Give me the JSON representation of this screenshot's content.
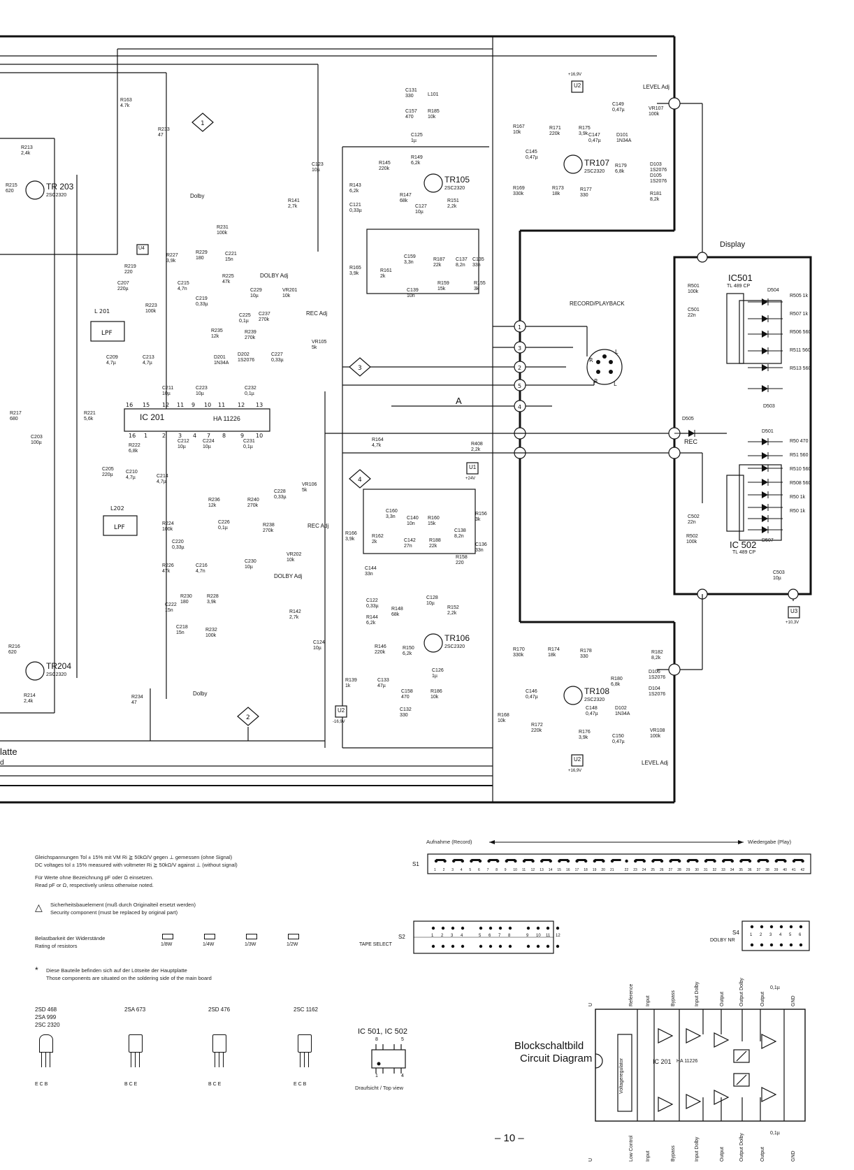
{
  "page_number": "– 10 –",
  "board_label": [
    "latte",
    "d"
  ],
  "block_labels": {
    "display": "Display",
    "record_playback": "RECORD/PLAYBACK",
    "point_a": "A",
    "level_adj_top": "LEVEL Adj",
    "level_adj_bottom": "LEVEL Adj",
    "dolby_adj_top": "DOLBY Adj",
    "dolby_adj_bottom": "DOLBY Adj",
    "rec_adj_top": "REC Adj",
    "rec_adj_bottom": "REC Adj",
    "rec": "REC",
    "dolby_switch_top": "Dolby",
    "dolby_switch_bottom": "Dolby"
  },
  "ics": {
    "ic201": {
      "name": "IC 201",
      "part": "HA 11226"
    },
    "ic501": {
      "name": "IC501",
      "part": "TL 489 CP"
    },
    "ic502": {
      "name": "IC 502",
      "part": "TL 489 CP"
    }
  },
  "transistors": [
    {
      "ref": "TR 203",
      "part": "2SC2320"
    },
    {
      "ref": "TR204",
      "part": "2SC2320"
    },
    {
      "ref": "TR105",
      "part": "2SC2320"
    },
    {
      "ref": "TR106",
      "part": "2SC2320"
    },
    {
      "ref": "TR107",
      "part": "2SC2320"
    },
    {
      "ref": "TR108",
      "part": "2SC2320"
    }
  ],
  "components": [
    {
      "ref": "R163",
      "val": "4.7k"
    },
    {
      "ref": "R233",
      "val": "47"
    },
    {
      "ref": "R213",
      "val": "2,4k"
    },
    {
      "ref": "R215",
      "val": "620"
    },
    {
      "ref": "R217",
      "val": "680"
    },
    {
      "ref": "C203",
      "val": "100µ"
    },
    {
      "ref": "R219",
      "val": "220"
    },
    {
      "ref": "C207",
      "val": "220µ"
    },
    {
      "ref": "R223",
      "val": "100k"
    },
    {
      "ref": "R227",
      "val": "3,9k"
    },
    {
      "ref": "R229",
      "val": "180"
    },
    {
      "ref": "C221",
      "val": "15n"
    },
    {
      "ref": "R231",
      "val": "100k"
    },
    {
      "ref": "C215",
      "val": "4,7n"
    },
    {
      "ref": "C219",
      "val": "0,33µ"
    },
    {
      "ref": "R225",
      "val": "47k"
    },
    {
      "ref": "C229",
      "val": "10µ"
    },
    {
      "ref": "VR201",
      "val": "10k"
    },
    {
      "ref": "C225",
      "val": "0,1µ"
    },
    {
      "ref": "C237",
      "val": "270k"
    },
    {
      "ref": "R235",
      "val": "12k"
    },
    {
      "ref": "R239",
      "val": "270k"
    },
    {
      "ref": "D201",
      "val": "1N34A"
    },
    {
      "ref": "D202",
      "val": "1S2076"
    },
    {
      "ref": "C227",
      "val": "0,33µ"
    },
    {
      "ref": "C209",
      "val": "4,7µ"
    },
    {
      "ref": "C213",
      "val": "4,7µ"
    },
    {
      "ref": "C211",
      "val": "10µ"
    },
    {
      "ref": "C223",
      "val": "10µ"
    },
    {
      "ref": "C232",
      "val": "0,1µ"
    },
    {
      "ref": "R221",
      "val": "5,6k"
    },
    {
      "ref": "R222",
      "val": "6,8k"
    },
    {
      "ref": "C212",
      "val": "10µ"
    },
    {
      "ref": "C224",
      "val": "10µ"
    },
    {
      "ref": "C231",
      "val": "0,1µ"
    },
    {
      "ref": "C205",
      "val": "220µ"
    },
    {
      "ref": "C210",
      "val": "4,7µ"
    },
    {
      "ref": "C214",
      "val": "4,7µ"
    },
    {
      "ref": "R224",
      "val": "100k"
    },
    {
      "ref": "R236",
      "val": "12k"
    },
    {
      "ref": "R240",
      "val": "270k"
    },
    {
      "ref": "C226",
      "val": "0,1µ"
    },
    {
      "ref": "C228",
      "val": "0,33µ"
    },
    {
      "ref": "R238",
      "val": "270k"
    },
    {
      "ref": "C220",
      "val": "0,33µ"
    },
    {
      "ref": "R226",
      "val": "47k"
    },
    {
      "ref": "C216",
      "val": "4,7n"
    },
    {
      "ref": "C222",
      "val": "15n"
    },
    {
      "ref": "R230",
      "val": "180"
    },
    {
      "ref": "R228",
      "val": "3,9k"
    },
    {
      "ref": "C218",
      "val": "15n"
    },
    {
      "ref": "R232",
      "val": "100k"
    },
    {
      "ref": "C230",
      "val": "10µ"
    },
    {
      "ref": "VR202",
      "val": "10k"
    },
    {
      "ref": "R234",
      "val": "47"
    },
    {
      "ref": "R216",
      "val": "620"
    },
    {
      "ref": "R214",
      "val": "2,4k"
    },
    {
      "ref": "C131",
      "val": "330"
    },
    {
      "ref": "L101",
      "val": ""
    },
    {
      "ref": "C157",
      "val": "470"
    },
    {
      "ref": "R185",
      "val": "10k"
    },
    {
      "ref": "C125",
      "val": "1µ"
    },
    {
      "ref": "R149",
      "val": "6,2k"
    },
    {
      "ref": "R145",
      "val": "220k"
    },
    {
      "ref": "C123",
      "val": "10µ"
    },
    {
      "ref": "R143",
      "val": "6,2k"
    },
    {
      "ref": "C121",
      "val": "0,33µ"
    },
    {
      "ref": "R147",
      "val": "68k"
    },
    {
      "ref": "C127",
      "val": "10µ"
    },
    {
      "ref": "R151",
      "val": "2,2k"
    },
    {
      "ref": "R141",
      "val": "2,7k"
    },
    {
      "ref": "C159",
      "val": "3,3n"
    },
    {
      "ref": "R187",
      "val": "22k"
    },
    {
      "ref": "C137",
      "val": "8,2n"
    },
    {
      "ref": "C135",
      "val": "33n"
    },
    {
      "ref": "R165",
      "val": "3,9k"
    },
    {
      "ref": "R161",
      "val": "2k"
    },
    {
      "ref": "C139",
      "val": "10n"
    },
    {
      "ref": "R159",
      "val": "15k"
    },
    {
      "ref": "R155",
      "val": "3k"
    },
    {
      "ref": "VR105",
      "val": "5k"
    },
    {
      "ref": "R164",
      "val": "4,7k"
    },
    {
      "ref": "R408",
      "val": "2,2k"
    },
    {
      "ref": "VR106",
      "val": "5k"
    },
    {
      "ref": "C160",
      "val": "3,3n"
    },
    {
      "ref": "C140",
      "val": "10n"
    },
    {
      "ref": "R160",
      "val": "15k"
    },
    {
      "ref": "R156",
      "val": "3k"
    },
    {
      "ref": "R166",
      "val": "3,9k"
    },
    {
      "ref": "R162",
      "val": "2k"
    },
    {
      "ref": "C142",
      "val": "27n"
    },
    {
      "ref": "R188",
      "val": "22k"
    },
    {
      "ref": "C138",
      "val": "8,2n"
    },
    {
      "ref": "C136",
      "val": "33n"
    },
    {
      "ref": "R158",
      "val": "220"
    },
    {
      "ref": "C144",
      "val": "33n"
    },
    {
      "ref": "C122",
      "val": "0,33µ"
    },
    {
      "ref": "R148",
      "val": "68k"
    },
    {
      "ref": "C128",
      "val": "10µ"
    },
    {
      "ref": "R152",
      "val": "2,2k"
    },
    {
      "ref": "R144",
      "val": "6,2k"
    },
    {
      "ref": "R142",
      "val": "2,7k"
    },
    {
      "ref": "C124",
      "val": "10µ"
    },
    {
      "ref": "R146",
      "val": "220k"
    },
    {
      "ref": "R150",
      "val": "6,2k"
    },
    {
      "ref": "C126",
      "val": "1µ"
    },
    {
      "ref": "R139",
      "val": "1k"
    },
    {
      "ref": "C133",
      "val": "47µ"
    },
    {
      "ref": "C158",
      "val": "470"
    },
    {
      "ref": "R186",
      "val": "10k"
    },
    {
      "ref": "C132",
      "val": "330"
    },
    {
      "ref": "R167",
      "val": "10k"
    },
    {
      "ref": "R171",
      "val": "220k"
    },
    {
      "ref": "R175",
      "val": "3,9k"
    },
    {
      "ref": "C147",
      "val": "0,47µ"
    },
    {
      "ref": "D101",
      "val": "1N34A"
    },
    {
      "ref": "C149",
      "val": "0,47µ"
    },
    {
      "ref": "VR107",
      "val": "100k"
    },
    {
      "ref": "C145",
      "val": "0,47µ"
    },
    {
      "ref": "R179",
      "val": "6,8k"
    },
    {
      "ref": "D103",
      "val": "1S2076"
    },
    {
      "ref": "D105",
      "val": "1S2076"
    },
    {
      "ref": "R169",
      "val": "330k"
    },
    {
      "ref": "R173",
      "val": "18k"
    },
    {
      "ref": "R177",
      "val": "330"
    },
    {
      "ref": "R181",
      "val": "8,2k"
    },
    {
      "ref": "R170",
      "val": "330k"
    },
    {
      "ref": "R174",
      "val": "18k"
    },
    {
      "ref": "R178",
      "val": "330"
    },
    {
      "ref": "R182",
      "val": "8,2k"
    },
    {
      "ref": "D106",
      "val": "1S2076"
    },
    {
      "ref": "R180",
      "val": "6,8k"
    },
    {
      "ref": "D104",
      "val": "1S2076"
    },
    {
      "ref": "C146",
      "val": "0,47µ"
    },
    {
      "ref": "C148",
      "val": "0,47µ"
    },
    {
      "ref": "D102",
      "val": "1N34A"
    },
    {
      "ref": "R168",
      "val": "10k"
    },
    {
      "ref": "R172",
      "val": "220k"
    },
    {
      "ref": "R176",
      "val": "3,9k"
    },
    {
      "ref": "C150",
      "val": "0,47µ"
    },
    {
      "ref": "VR108",
      "val": "100k"
    },
    {
      "ref": "R501",
      "val": "100k"
    },
    {
      "ref": "C501",
      "val": "22n"
    },
    {
      "ref": "C502",
      "val": "22n"
    },
    {
      "ref": "R502",
      "val": "100k"
    },
    {
      "ref": "C503",
      "val": "10µ"
    },
    {
      "ref": "D504",
      "val": ""
    },
    {
      "ref": "D503",
      "val": ""
    },
    {
      "ref": "D501",
      "val": ""
    },
    {
      "ref": "D507",
      "val": ""
    },
    {
      "ref": "D505",
      "val": ""
    }
  ],
  "led_resistors_top": [
    "R505 1k",
    "R507 1k",
    "R506 560",
    "R511 560",
    "R513 560"
  ],
  "led_resistors_bottom": [
    "R50 470",
    "R51 560",
    "R510 560",
    "R508 560",
    "R50 1k",
    "R50 1k"
  ],
  "supply_labels": {
    "u2_top": "U2",
    "u2_top_v": "+16,9V",
    "u2_bottom": "U2",
    "u2_bottom_v": "+16,9V",
    "u2_left": "U2",
    "u2_left_v": "-16,9V",
    "u1": "U1",
    "u1_v": "+24V",
    "u3": "U3",
    "u3_v": "+10,3V",
    "u4": "U4"
  },
  "notes": {
    "dc_de": "Gleichspannungen Tol ± 15% mit VM Ri ≧ 50kΩ/V gegen ⊥ gemessen (ohne Signal)",
    "dc_en": "DC voltages tol ± 15% measured with voltmeter Ri ≧ 50kΩ/V against ⊥ (without signal)",
    "units_de": "Für Werte ohne Bezeichnung pF oder Ω einsetzen.",
    "units_en": "Read pF or Ω, respectively unless otherwise noted.",
    "safety_de": "Sicherheitsbauelement (muß durch Originalteil ersetzt werden)",
    "safety_en": "Security component (must be replaced by original part)",
    "rating_de": "Belastbarkeit der Widerstände",
    "rating_en": "Rating of resistors",
    "ratings": [
      "1/8W",
      "1/4W",
      "1/3W",
      "1/2W"
    ],
    "solder_de": "Diese Bauteile befinden sich auf der Lötseite der Hauptplatte",
    "solder_en": "Those components are situated on the soldering side of the main board"
  },
  "switch_legend": {
    "record": "Aufnahme (Record)",
    "play": "Wiedergabe (Play)",
    "s1_label": "S1",
    "s1_pins": [
      "1",
      "2",
      "3",
      "4",
      "5",
      "6",
      "7",
      "8",
      "9",
      "10",
      "11",
      "12",
      "13",
      "14",
      "15",
      "16",
      "17",
      "18",
      "19",
      "20",
      "21",
      "22",
      "23",
      "24",
      "25",
      "26",
      "27",
      "28",
      "29",
      "30",
      "31",
      "32",
      "33",
      "34",
      "35",
      "36",
      "37",
      "38",
      "39",
      "40",
      "41",
      "42"
    ],
    "s2_label": "S2",
    "s2_name": "TAPE SELECT",
    "s2_pins": [
      "1",
      "2",
      "3",
      "4",
      "5",
      "6",
      "7",
      "8",
      "9",
      "10",
      "11",
      "12"
    ],
    "s4_label": "S4",
    "s4_name": "DOLBY NR",
    "s4_pins": [
      "1",
      "2",
      "3",
      "4",
      "5",
      "6"
    ]
  },
  "transistor_pinouts": [
    {
      "types": [
        "2SD 468",
        "2SA 999",
        "2SC 2320"
      ],
      "pins": "E C B"
    },
    {
      "types": [
        "2SA 673"
      ],
      "pins": "B C E"
    },
    {
      "types": [
        "2SD 476"
      ],
      "pins": "B C E"
    },
    {
      "types": [
        "2SC 1162"
      ],
      "pins": "E C B"
    }
  ],
  "ic_pinout": {
    "title": "IC 501, IC 502",
    "pins_top": [
      "8",
      "5"
    ],
    "pins_bottom": [
      "1",
      "4"
    ],
    "caption": "Draufsicht / Top view"
  },
  "block_diagram": {
    "title_de": "Blockschaltbild",
    "title_en": "Circuit Diagram",
    "ic": "IC 201",
    "part": "HA 11226",
    "inner": "Voltageregulator",
    "top_pins": [
      "U",
      "Reference",
      "Input",
      "Bypass",
      "Input Dolby",
      "Output",
      "Output Dolby",
      "Output",
      "GND"
    ],
    "bottom_pins": [
      "U",
      "Low Control",
      "Input",
      "Bypass",
      "Input Dolby",
      "Output",
      "Output Dolby",
      "Output",
      "GND"
    ],
    "caps": [
      "0,1µ",
      "0,1µ"
    ]
  }
}
